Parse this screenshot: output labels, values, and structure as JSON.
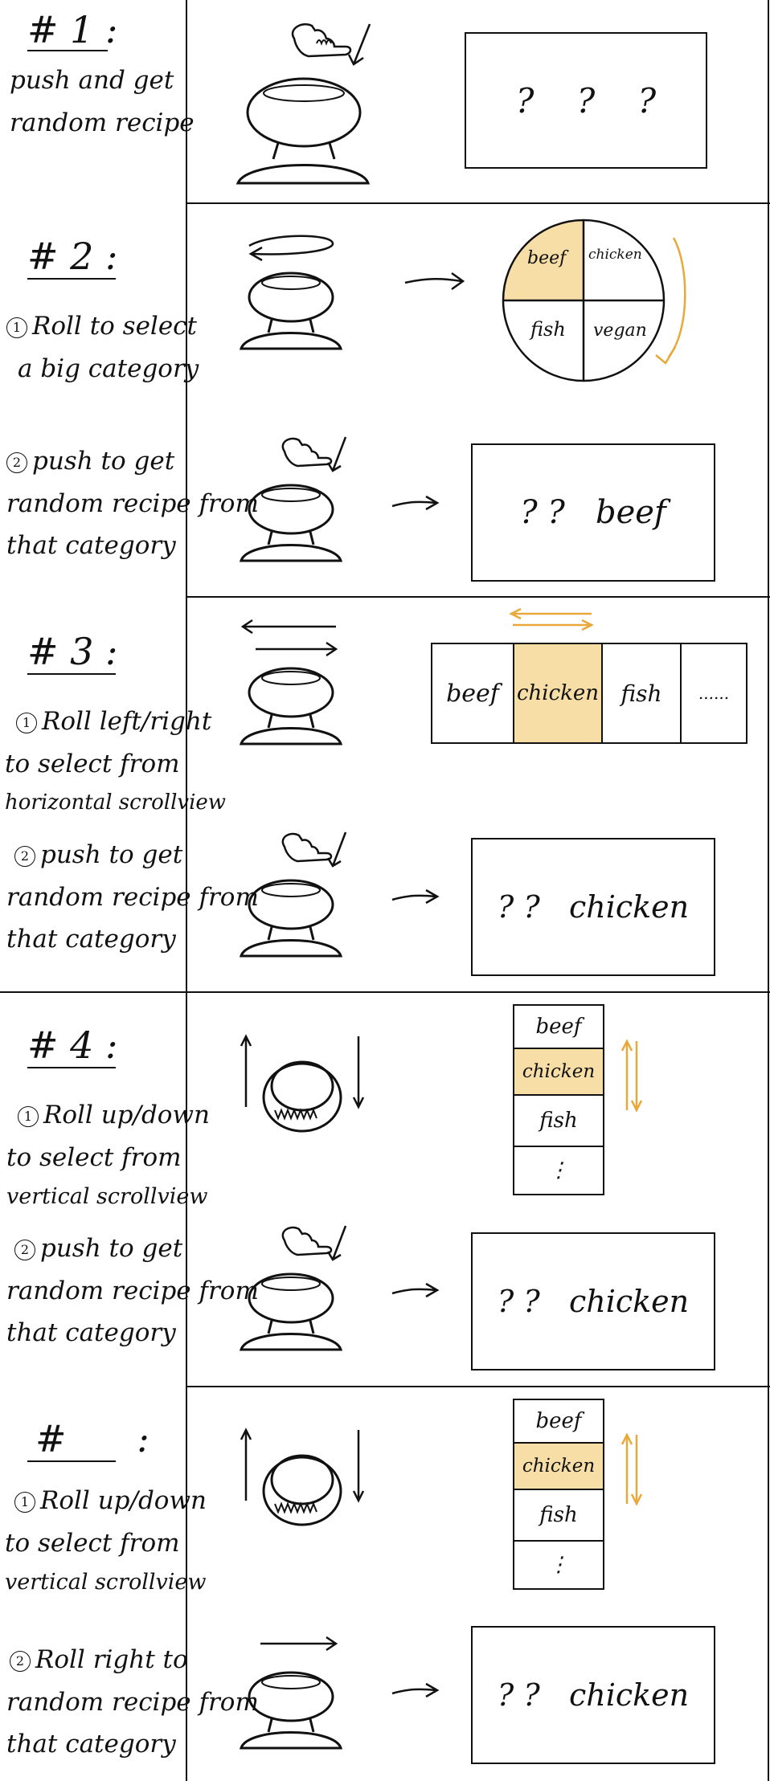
{
  "colors": {
    "highlight": "#F7DEA7",
    "accent": "#E8A83A",
    "ink": "#111111"
  },
  "sections": [
    {
      "title": "# 1 :",
      "steps": [
        {
          "lines": [
            "push and get",
            "random recipe"
          ]
        }
      ],
      "result_text": "?    ?    ?"
    },
    {
      "title": "# 2 :",
      "steps": [
        {
          "marker": "1",
          "lines": [
            "Roll  to select",
            "a big category"
          ]
        },
        {
          "marker": "2",
          "lines": [
            "push  to get",
            "random recipe from",
            "that  category"
          ]
        }
      ],
      "wheel": [
        "beef",
        "chicken",
        "fish",
        "vegan"
      ],
      "selected": "beef",
      "result_text": "? ?   beef"
    },
    {
      "title": "# 3 :",
      "steps": [
        {
          "marker": "1",
          "lines": [
            "Roll left/right",
            "to select from",
            "horizontal scrollview"
          ]
        },
        {
          "marker": "2",
          "lines": [
            "push  to get",
            "random recipe from",
            "that  category"
          ]
        }
      ],
      "scroll_items": [
        "beef",
        "chicken",
        "fish",
        "......"
      ],
      "selected": "chicken",
      "result_text": "? ?   chicken"
    },
    {
      "title": "# 4 :",
      "steps": [
        {
          "marker": "1",
          "lines": [
            "Roll  up/down",
            "to select from",
            "vertical  scrollview"
          ]
        },
        {
          "marker": "2",
          "lines": [
            "push  to get",
            "random recipe from",
            "that  category"
          ]
        }
      ],
      "scroll_items": [
        "beef",
        "chicken",
        "fish",
        "⋮"
      ],
      "selected": "chicken",
      "result_text": "? ?   chicken"
    },
    {
      "title": "#      :",
      "steps": [
        {
          "marker": "1",
          "lines": [
            "Roll  up/down",
            "to select from",
            "vertical  scrollview"
          ]
        },
        {
          "marker": "2",
          "lines": [
            "Roll  right to",
            "random recipe from",
            "that  category"
          ]
        }
      ],
      "scroll_items": [
        "beef",
        "chicken",
        "fish",
        "⋮"
      ],
      "selected": "chicken",
      "result_text": "? ?   chicken"
    }
  ]
}
